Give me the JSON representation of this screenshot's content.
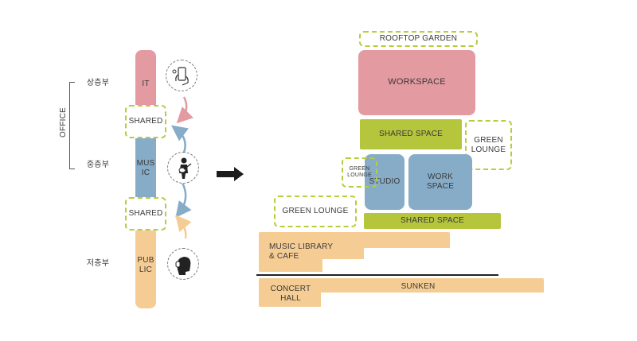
{
  "colors": {
    "pink": "#e49aa1",
    "blue": "#86acc8",
    "peach": "#f5cc93",
    "green": "#b5c53c",
    "dash": "#b6cd3e",
    "text": "#3a3a3a"
  },
  "left": {
    "floors": {
      "upper": "상층부",
      "middle": "중층부",
      "lower": "저층부"
    },
    "office_label": "OFFICE",
    "stack": {
      "it": "IT",
      "shared_top": "SHARED",
      "music": "MUS\nIC",
      "shared_bottom": "SHARED",
      "public": "PUB\nLIC"
    },
    "icons": [
      "phone-hand-icon",
      "guitar-player-icon",
      "headphones-head-icon"
    ]
  },
  "right": {
    "rooftop_garden": "ROOFTOP GARDEN",
    "workspace": "WORKSPACE",
    "shared_space_top": "SHARED SPACE",
    "green_lounge_right": "GREEN\nLOUNGE",
    "green_lounge_small": "GREEN\nLOUNGE",
    "studio": "STUDIO",
    "work_space": "WORK\nSPACE",
    "green_lounge_left": "GREEN LOUNGE",
    "shared_space_bottom": "SHARED SPACE",
    "music_library": "MUSIC LIBRARY\n& CAFE",
    "concert_hall": "CONCERT\nHALL",
    "sunken": "SUNKEN"
  }
}
